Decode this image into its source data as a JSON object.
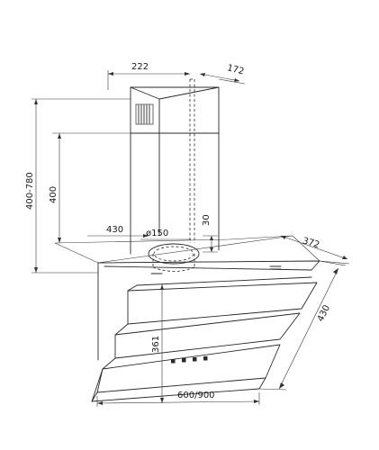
{
  "dimensions": {
    "chimney_width": "222",
    "chimney_depth": "172",
    "total_height_range": "400-780",
    "chimney_height": "400",
    "mount_width": "430",
    "duct_diameter": "ø150",
    "duct_offset": "30",
    "hood_depth": "372",
    "panel_length": "430",
    "hood_height": "361",
    "hood_width": "600/900"
  },
  "colors": {
    "line": "#2a2a2a",
    "background": "#ffffff"
  }
}
